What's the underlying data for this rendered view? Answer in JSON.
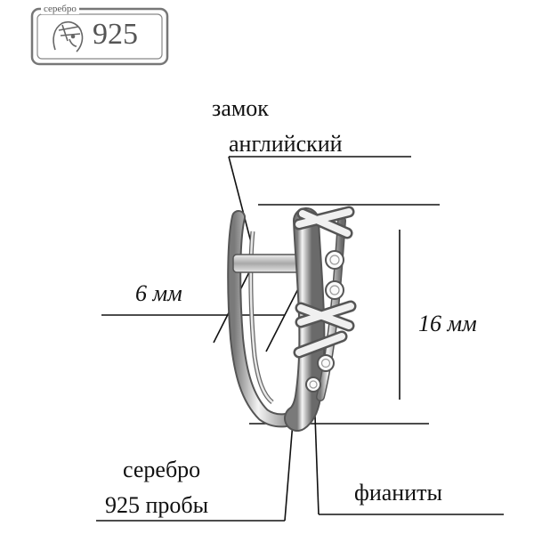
{
  "stamp": {
    "small_text": "серебро",
    "number": "925"
  },
  "labels": {
    "lock_line1": "замок",
    "lock_line2": "английский",
    "width": "6 мм",
    "height": "16 мм",
    "silver_line1": "серебро",
    "silver_line2": "925 пробы",
    "stones": "фианиты"
  },
  "colors": {
    "line": "#111111",
    "stamp": "#777777",
    "metal_dark": "#6e6e6e",
    "metal_light": "#f2f2f2"
  },
  "icons": [
    "hallmark-head-icon",
    "earring-image"
  ]
}
